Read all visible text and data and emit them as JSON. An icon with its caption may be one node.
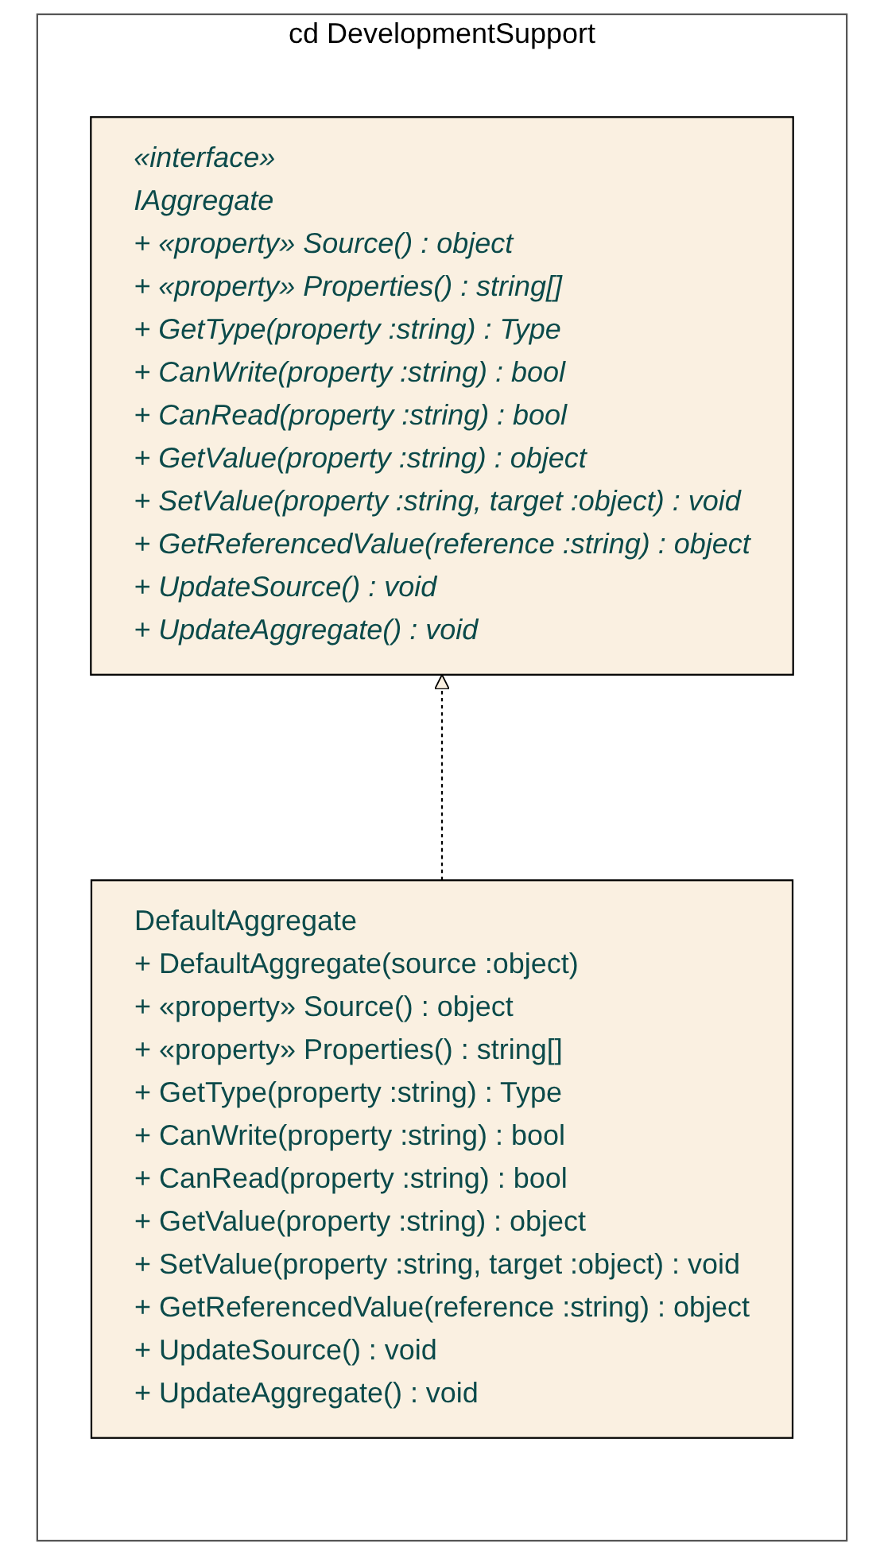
{
  "diagram": {
    "nodes": [
      {
        "text": [
          "cd DevelopmentSupport"
        ]
      },
      {
        "text": [
          "«interface»",
          "IAggregate",
          "+ «property» Source() : object",
          "+ «property» Properties() : string[]",
          "+ GetType(property :string) : Type",
          "+ CanWrite(property :string) : bool",
          "+ CanRead(property :string) : bool",
          "+ GetValue(property :string) : object",
          "+ SetValue(property :string, target :object) : void",
          "+ GetReferencedValue(reference :string) : object",
          "+ UpdateSource() : void",
          "+ UpdateAggregate() : void"
        ],
        "in": 0
      },
      {
        "text": [
          "DefaultAggregate",
          "+ DefaultAggregate(source :object)",
          "+ «property» Source() : object",
          "+ «property» Properties() : string[]",
          "+ GetType(property :string) : Type",
          "+ CanWrite(property :string) : bool",
          "+ CanRead(property :string) : bool",
          "+ GetValue(property :string) : object",
          "+ SetValue(property :string, target :object) : void",
          "+ GetReferencedValue(reference :string) : object",
          "+ UpdateSource() : void",
          "+ UpdateAggregate() : void"
        ],
        "in": 0
      }
    ],
    "edges": [
      {
        "from": 2,
        "to": 1,
        "arrow": "to",
        "style": "dashed"
      }
    ]
  }
}
